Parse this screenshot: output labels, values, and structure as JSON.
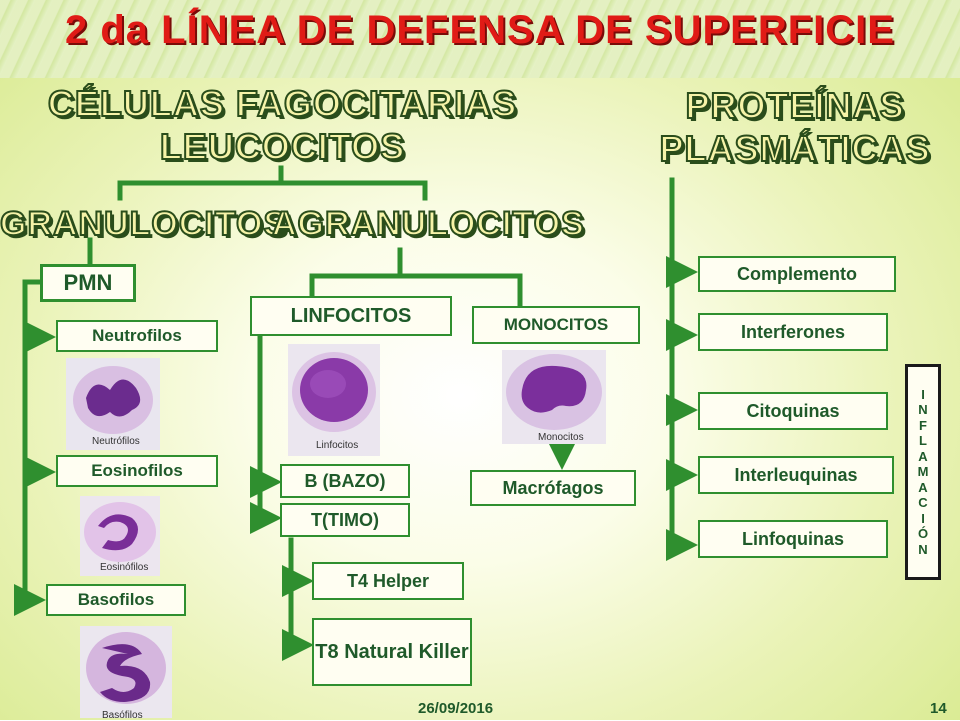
{
  "title": "2 da LÍNEA DE DEFENSA DE SUPERFICIE",
  "heading_cells": {
    "line1": "CÉLULAS FAGOCITARIAS",
    "line2": "LEUCOCITOS"
  },
  "heading_proteins": {
    "line1": "PROTEÍNAS",
    "line2": "PLASMÁTICAS"
  },
  "granulocitos": "GRANULOCITOS",
  "agranulocitos": "AGRANULOCITOS",
  "boxes": {
    "pmn": "PMN",
    "neutrofilos": "Neutrofilos",
    "eosinofilos": "Eosinofilos",
    "basofilos": "Basofilos",
    "linfocitos": "LINFOCITOS",
    "monocitos": "MONOCITOS",
    "b_bazo": "B (BAZO)",
    "t_timo": "T(TIMO)",
    "t4": "T4 Helper",
    "t8": "T8 Natural Killer",
    "macrofagos": "Macrófagos",
    "complemento": "Complemento",
    "interferones": "Interferones",
    "citoquinas": "Citoquinas",
    "interleuquinas": "Interleuquinas",
    "linfoquinas": "Linfoquinas"
  },
  "captions": {
    "neutrofilos": "Neutrófilos",
    "eosinofilos": "Eosinófilos",
    "basofilos": "Basófilos",
    "linfocitos": "Linfocitos",
    "monocitos": "Monocitos"
  },
  "vertical_label": "INFLAMACIÓN",
  "footer": {
    "date": "26/09/2016",
    "page": "14"
  },
  "colors": {
    "title": "#e01b16",
    "connector": "#2f8f2f",
    "box_text": "#1f5a2a",
    "heading_fill": "#f6f3a8"
  }
}
